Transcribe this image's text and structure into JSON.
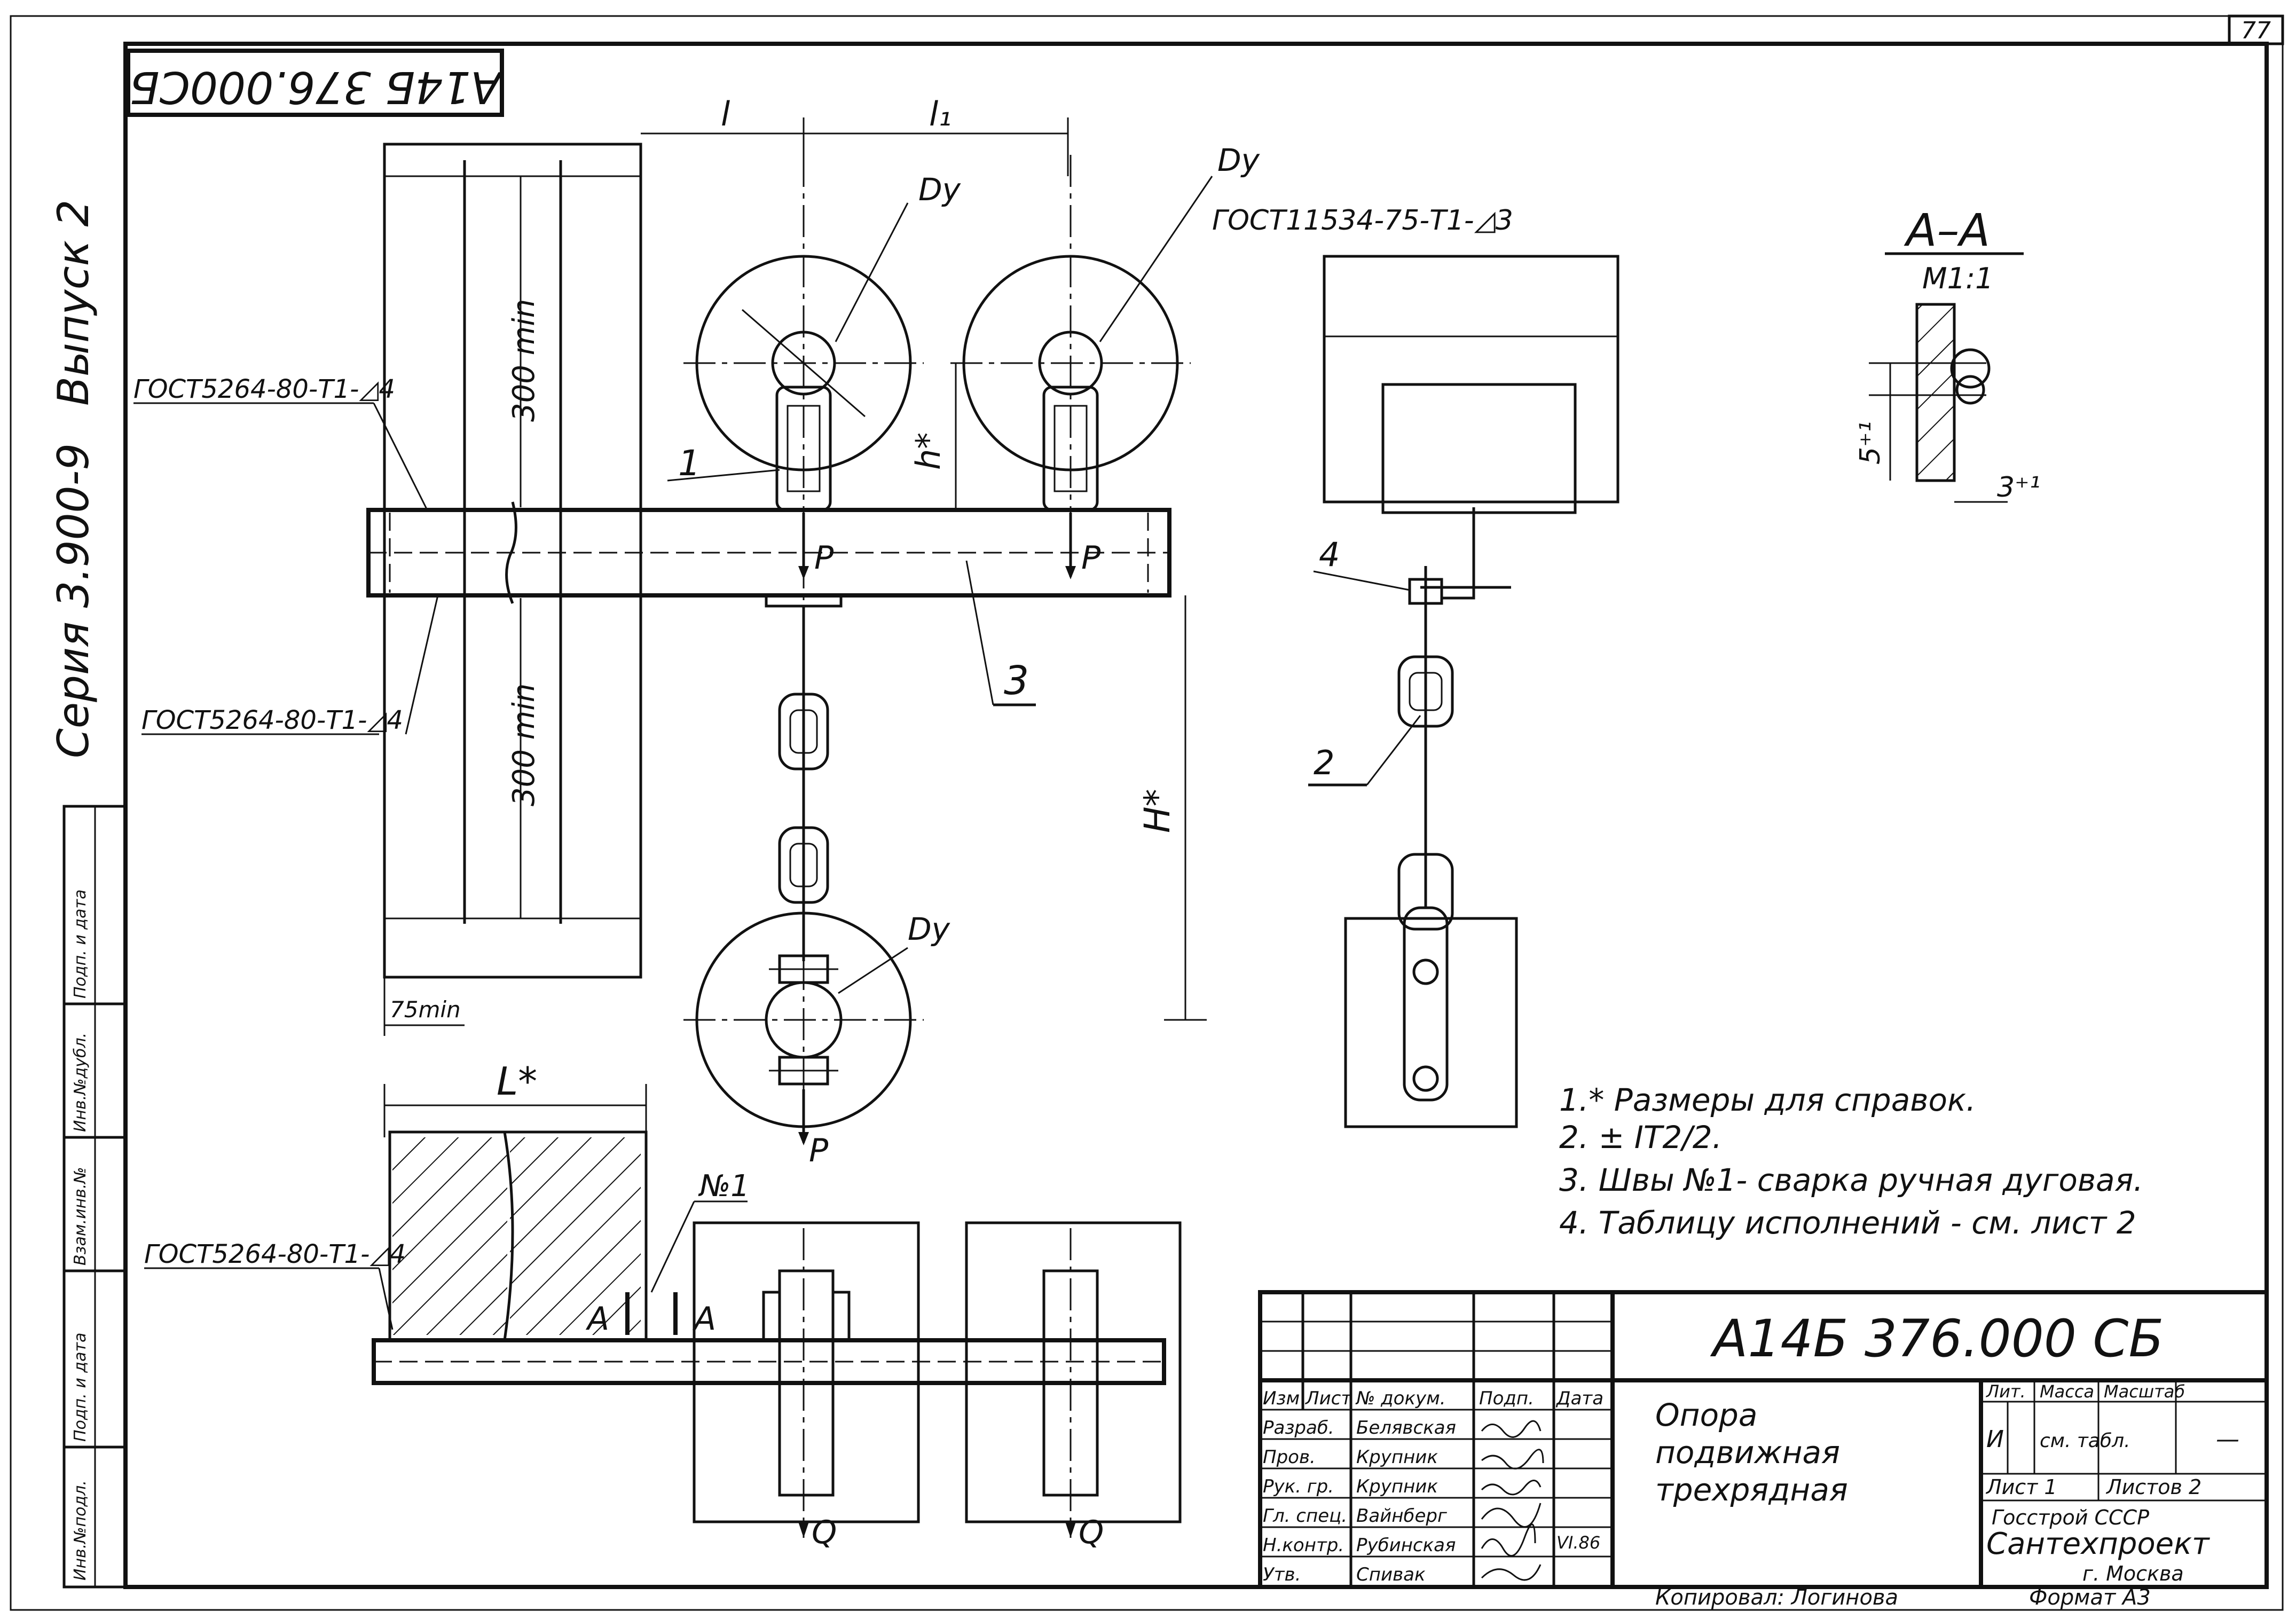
{
  "sheet": {
    "page_number": "77",
    "designation_rotated": "А14Б 376.000СБ",
    "series_rotated": "Серия 3.900-9",
    "issue_rotated": "Выпуск 2",
    "side_stamp_labels": [
      "Инв.№подл.",
      "Подп. и дата",
      "Взам.инв.№",
      "Инв.№дубл.",
      "Подп. и дата"
    ]
  },
  "drawing": {
    "dims": {
      "l": "l",
      "l1": "l₁",
      "dy": "Dy",
      "h_small": "h*",
      "h_big": "H*",
      "min300": "300 min",
      "min75": "75min",
      "L": "L*"
    },
    "load_p": "P",
    "load_q": "Q",
    "weld_gost_1": "ГОСТ5264-80-Т1-◿4",
    "weld_gost_2": "ГОСТ5264-80-Т1-◿4",
    "weld_gost_3": "ГОСТ5264-80-Т1-◿4",
    "weld_gost_4": "ГОСТ11534-75-Т1-◿3",
    "part_1": "1",
    "part_2": "2",
    "part_3": "3",
    "part_4": "4",
    "weld_no": "№1",
    "section_mark": "A",
    "section_title": "A–A",
    "section_scale": "M1:1",
    "section_dim_v": "5⁺¹",
    "section_dim_h": "3⁺¹"
  },
  "notes": [
    "1.* Размеры для справок.",
    "2. ± IT2/2.",
    "3. Швы №1- сварка ручная дуговая.",
    "4. Таблицу исполнений - см. лист 2"
  ],
  "title_block": {
    "designation": "А14Б 376.000 СБ",
    "title_lines": [
      "Опора",
      "подвижная",
      "трехрядная"
    ],
    "header_cols": [
      "Изм",
      "Лист",
      "№ докум.",
      "Подп.",
      "Дата"
    ],
    "roles": [
      "Разраб.",
      "Пров.",
      "Рук. гр.",
      "Гл. спец.",
      "Н.контр.",
      "Утв."
    ],
    "names": [
      "Белявская",
      "Крупник",
      "Крупник",
      "Вайнберг",
      "Рубинская",
      "Спивак"
    ],
    "date": "VI.86",
    "lit_label": "Лит.",
    "mass_label": "Масса",
    "scale_label": "Масштаб",
    "lit_value": "И",
    "mass_value": "см. табл.",
    "scale_value": "—",
    "sheet_label": "Лист 1",
    "sheets_label": "Листов 2",
    "org_line1": "Госстрой СССР",
    "org_line2": "Сантехпроект",
    "org_line3": "г. Москва",
    "copied_by": "Копировал: Логинова",
    "format": "Формат А3"
  }
}
